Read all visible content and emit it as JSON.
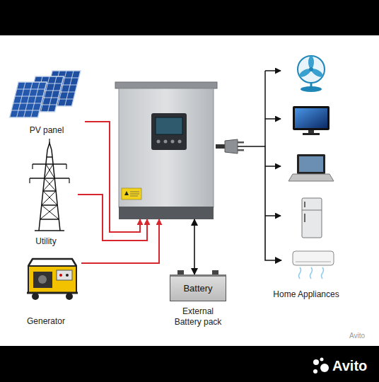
{
  "diagram": {
    "nodes": [
      {
        "text": [
          "PV panel"
        ]
      },
      {
        "text": [
          "Utility"
        ]
      },
      {
        "text": [
          "Generator"
        ]
      },
      {
        "text": []
      },
      {
        "text": [
          "Battery",
          "External Battery pack"
        ]
      },
      {
        "text": [
          "Home Appliances"
        ]
      }
    ],
    "edges": [
      {
        "from": 0,
        "to": 3,
        "arrow": "to"
      },
      {
        "from": 1,
        "to": 3,
        "arrow": "to"
      },
      {
        "from": 2,
        "to": 3,
        "arrow": "to"
      },
      {
        "from": 4,
        "to": 3,
        "arrow": "both"
      },
      {
        "from": 3,
        "to": 5,
        "arrow": "to"
      }
    ],
    "labels": [
      "Avito",
      "Avito"
    ]
  }
}
